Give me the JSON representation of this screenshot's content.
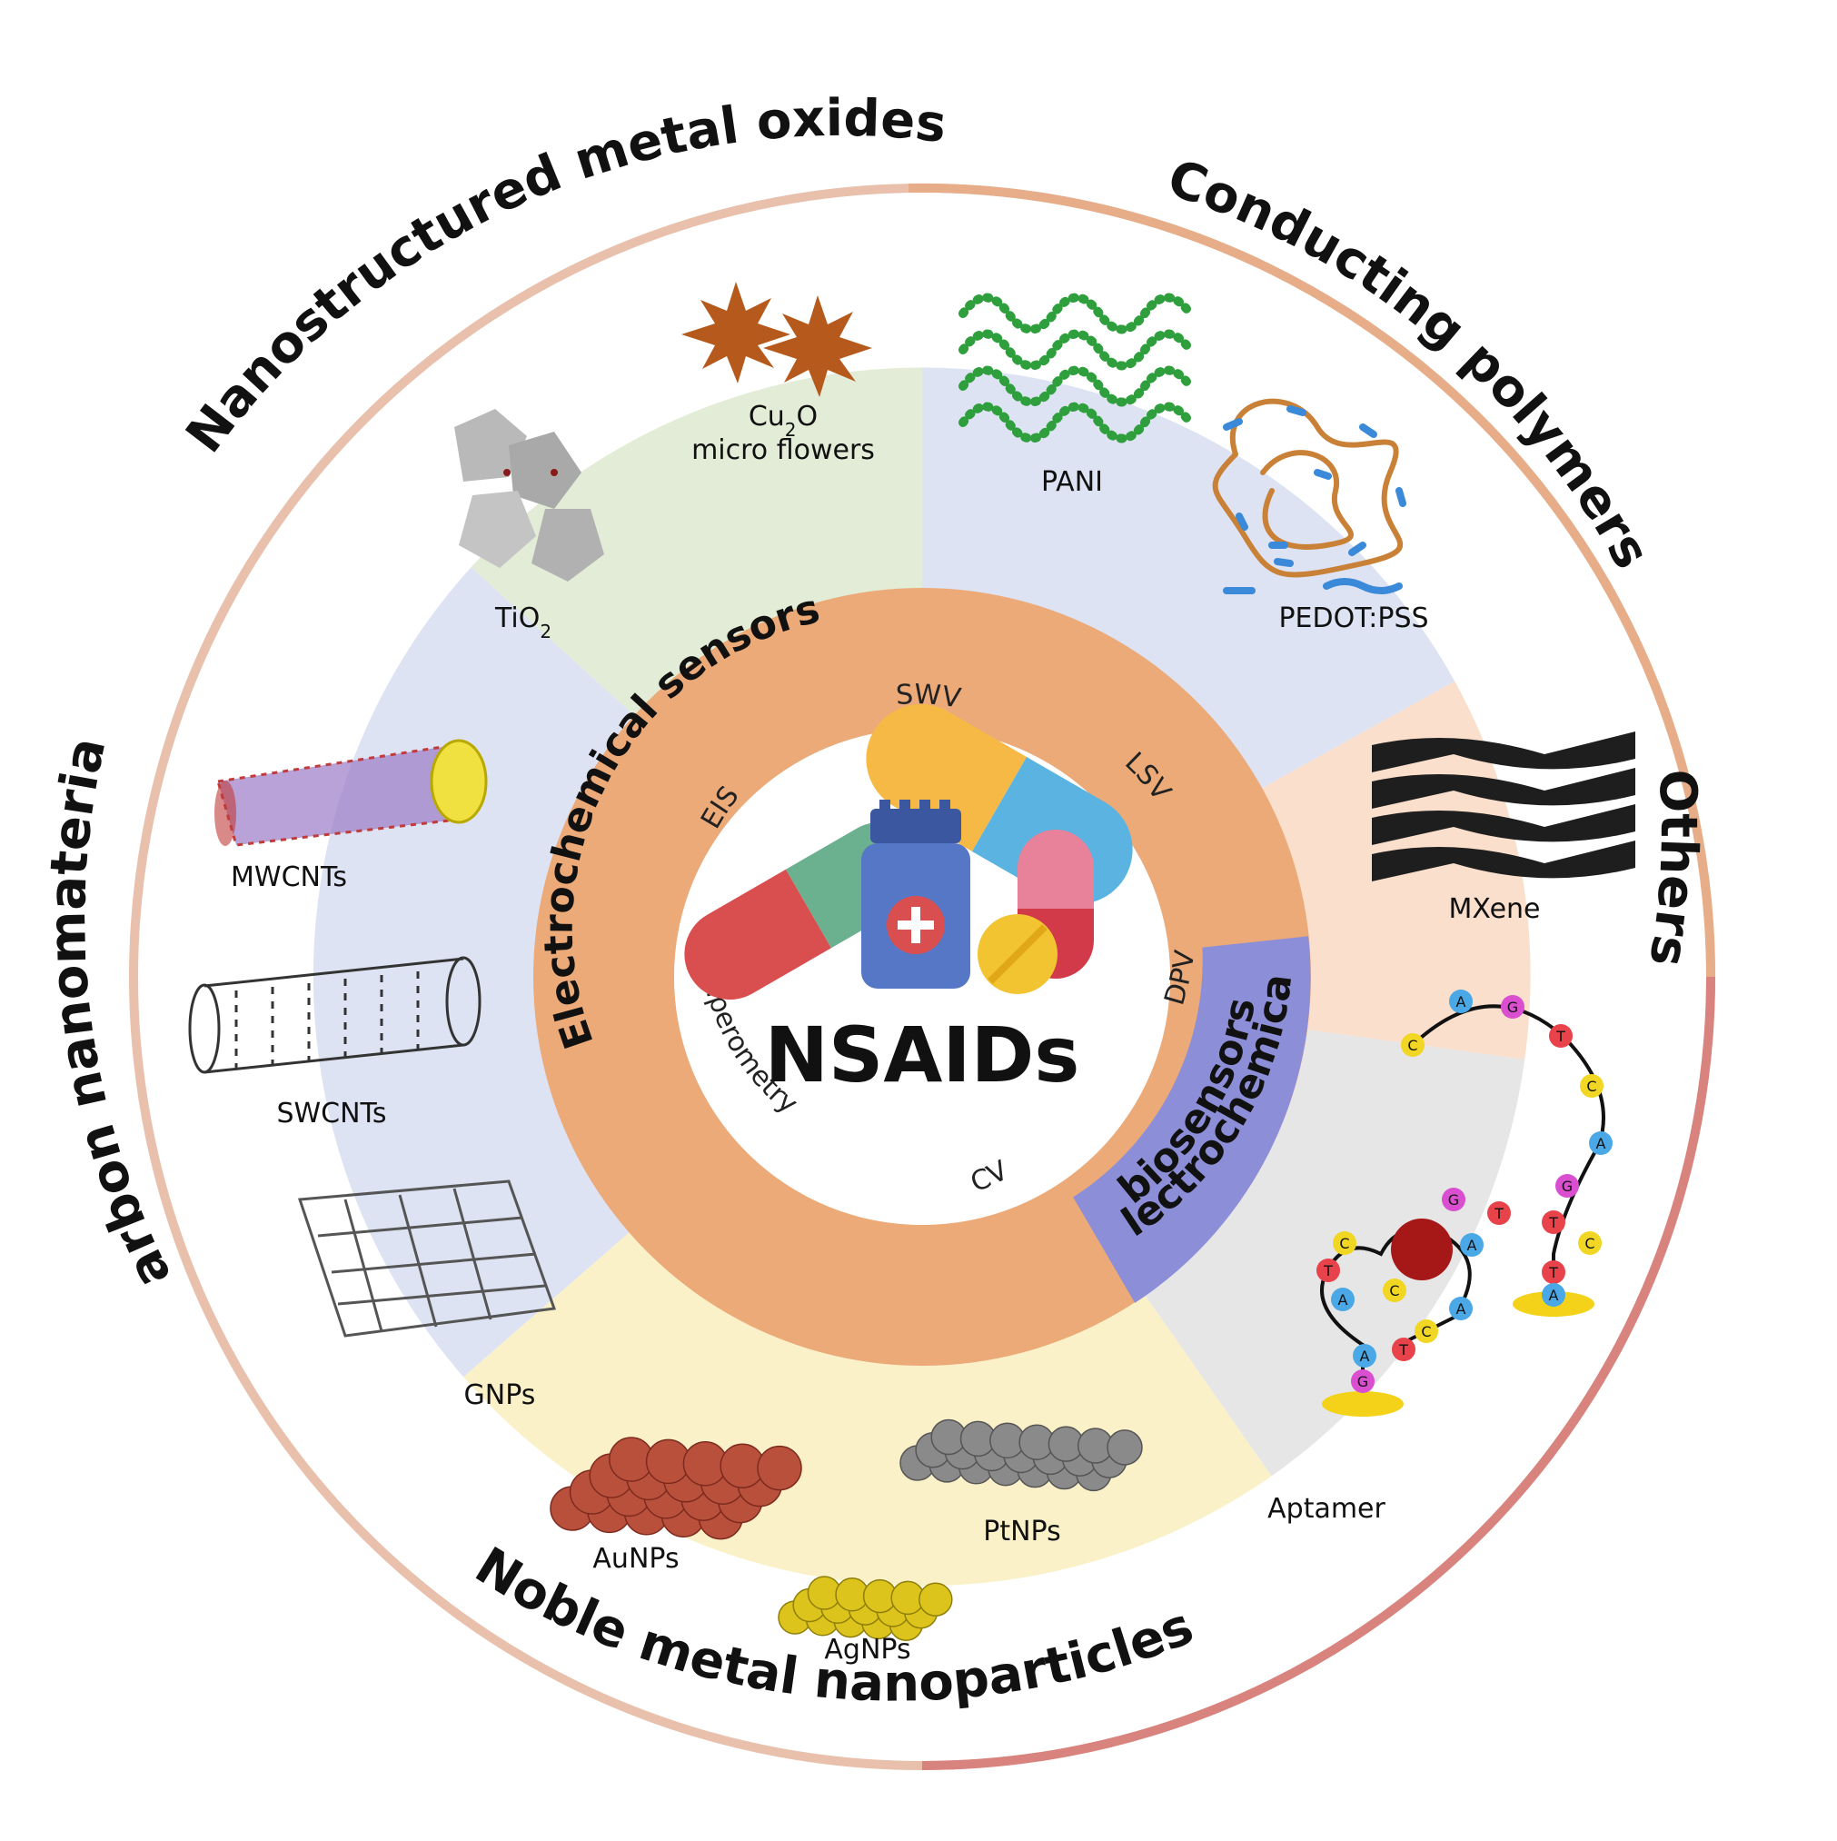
{
  "center": {
    "title": "NSAIDs"
  },
  "outer_categories": {
    "metal_oxides": "Nanostructured metal oxides",
    "polymers": "Conducting polymers",
    "others": "Others",
    "noble_metals": "Noble metal nanoparticles",
    "carbon": "Carbon nanomaterials"
  },
  "inner_ring": {
    "sensors": "Electrochemical sensors",
    "biosensors_line1": "Electrochemical",
    "biosensors_line2": "biosensors"
  },
  "techniques": {
    "swv": "SWV",
    "lsv": "LSV",
    "dpv": "DPV",
    "cv": "CV",
    "amperometry": "Amperometry",
    "eis": "EIS"
  },
  "materials": {
    "cu2o_line1": "Cu",
    "cu2o_sub": "2",
    "cu2o_o": "O",
    "cu2o_line2": "micro flowers",
    "tio2": "TiO",
    "tio2_sub": "2",
    "pani": "PANI",
    "pedot": "PEDOT:PSS",
    "mxene": "MXene",
    "aptamer": "Aptamer",
    "mwcnts": "MWCNTs",
    "swcnts": "SWCNTs",
    "gnps": "GNPs",
    "aunps": "AuNPs",
    "agnps": "AgNPs",
    "ptnps": "PtNPs"
  },
  "aptamer_bases": [
    "C",
    "A",
    "G",
    "T",
    "C",
    "A",
    "G",
    "T",
    "C",
    "T",
    "A",
    "T",
    "A",
    "G",
    "A",
    "C",
    "T",
    "A",
    "C",
    "A",
    "T",
    "C",
    "G"
  ],
  "colors": {
    "ring_orange": "#ecaa78",
    "biosensor_purple": "#8c8fd8",
    "metal_oxide_bg": "#e2ecd6",
    "polymer_bg": "#dde3f3",
    "mxene_bg": "#f9dfcc",
    "aptamer_bg": "#e6e6e6",
    "noble_bg": "#fbf1c9",
    "carbon_bg": "#dde3f3",
    "outer_arc": "#e3a88a"
  }
}
